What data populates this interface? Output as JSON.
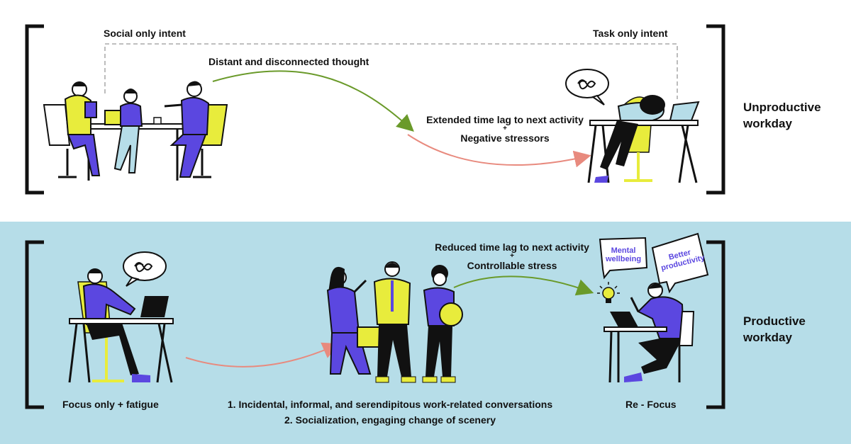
{
  "colors": {
    "bottom_bg": "#b6dde8",
    "accent_purple": "#5b47e0",
    "accent_yellow": "#e8ec3c",
    "arrow_green": "#6a9a2a",
    "arrow_red": "#e88a7e"
  },
  "top": {
    "social_intent": "Social only intent",
    "task_intent": "Task only intent",
    "distant_thought": "Distant and disconnected thought",
    "lag_line": "Extended time lag to next activity",
    "plus": "+",
    "stressors": "Negative stressors",
    "result_line1": "Unproductive",
    "result_line2": "workday"
  },
  "bottom": {
    "reduced_lag": "Reduced time lag to next activity",
    "plus": "+",
    "controllable": "Controllable stress",
    "bubble1_line1": "Mental",
    "bubble1_line2": "wellbeing",
    "bubble2_line1": "Better",
    "bubble2_line2": "productivity",
    "focus_fatigue": "Focus only + fatigue",
    "conv1": "1. Incidental, informal, and serendipitous work-related conversations",
    "conv2": "2.  Socialization, engaging change of scenery",
    "refocus": "Re - Focus",
    "result_line1": "Productive",
    "result_line2": "workday"
  },
  "icons": [
    "people-meeting-illustration",
    "tired-worker-illustration",
    "thought-scribble-icon",
    "focused-worker-illustration",
    "standing-group-illustration",
    "refocused-worker-illustration",
    "lightbulb-icon"
  ]
}
